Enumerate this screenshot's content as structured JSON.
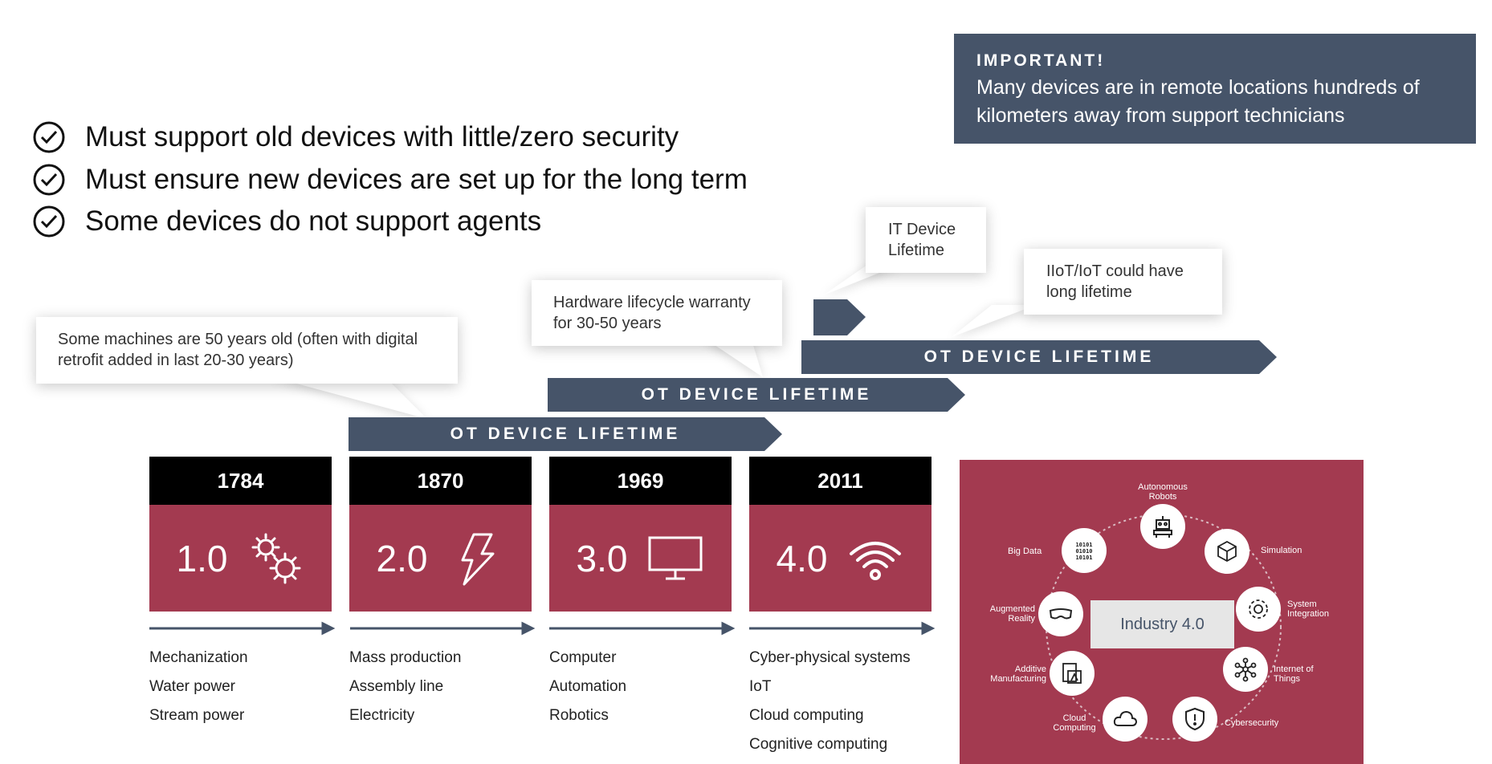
{
  "important": {
    "heading": "IMPORTANT!",
    "body": "Many devices are in remote locations hundreds of kilometers away from support technicians"
  },
  "checklist": [
    "Must support old devices with little/zero security",
    "Must ensure new devices are set up for the long term",
    "Some devices do not support agents"
  ],
  "callouts": {
    "machines": "Some machines are 50 years old (often with digital retrofit added in last 20-30 years)",
    "warranty": "Hardware lifecycle warranty for 30-50 years",
    "it_lifetime": "IT Device Lifetime",
    "iiot": "IIoT/IoT could have long lifetime"
  },
  "ot_label": "OT DEVICE LIFETIME",
  "colors": {
    "slate": "#465469",
    "crimson": "#a33a50",
    "black": "#000000"
  },
  "timeline": [
    {
      "year": "1784",
      "era": "1.0",
      "icon": "gears-icon",
      "items": [
        "Mechanization",
        "Water power",
        "Stream power"
      ]
    },
    {
      "year": "1870",
      "era": "2.0",
      "icon": "lightning-icon",
      "items": [
        "Mass production",
        "Assembly line",
        "Electricity"
      ]
    },
    {
      "year": "1969",
      "era": "3.0",
      "icon": "monitor-icon",
      "items": [
        "Computer",
        "Automation",
        "Robotics"
      ]
    },
    {
      "year": "2011",
      "era": "4.0",
      "icon": "wifi-icon",
      "items": [
        "Cyber-physical systems",
        "IoT",
        "Cloud computing",
        "Cognitive computing"
      ]
    }
  ],
  "industry": {
    "center": "Industry 4.0",
    "nodes": {
      "robots": "Autonomous Robots",
      "simulation": "Simulation",
      "system_integration": "System Integration",
      "iot": "Internet of Things",
      "cybersecurity": "Cybersecurity",
      "cloud": "Cloud Computing",
      "additive": "Additive Manufacturing",
      "ar": "Augmented Reality",
      "bigdata": "Big Data"
    }
  }
}
